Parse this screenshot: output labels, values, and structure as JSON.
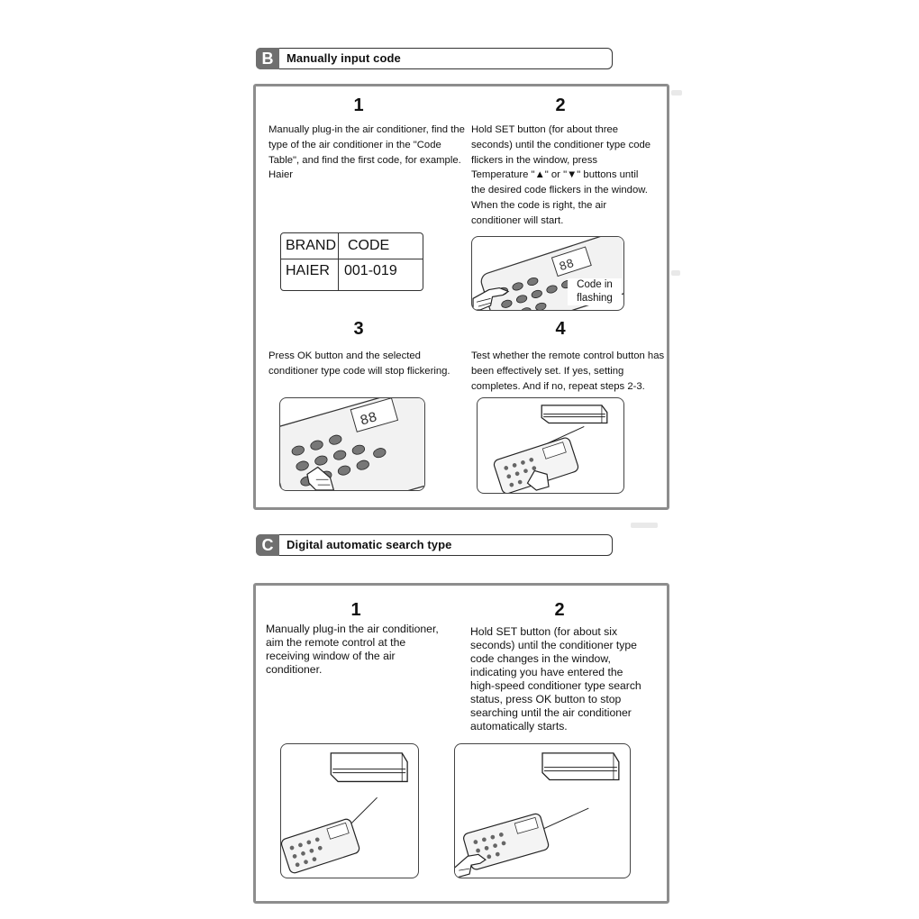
{
  "section_b": {
    "letter": "B",
    "title": "Manually input code",
    "steps": [
      {
        "num": "1",
        "text": "Manually plug-in the air conditioner, find the\ntype of the air conditioner in the \"Code\nTable\", and find the first code, for example.\nHaier"
      },
      {
        "num": "2",
        "text": "Hold SET button (for about three\nseconds) until the conditioner type code\nflickers in the window, press\nTemperature \"▲\" or \"▼\" buttons until\nthe desired code flickers in the window.\nWhen the code is right, the air\nconditioner will start."
      },
      {
        "num": "3",
        "text": "Press OK button and the selected\nconditioner type code will stop flickering."
      },
      {
        "num": "4",
        "text": "Test whether the remote control button has\nbeen effectively set. If yes, setting\ncompletes. And if no, repeat steps 2-3."
      }
    ],
    "brand_table": {
      "headers": [
        "BRAND",
        "CODE"
      ],
      "row": [
        "HAIER",
        "001-019"
      ]
    },
    "code_label": "Code in\nflashing"
  },
  "section_c": {
    "letter": "C",
    "title": "Digital automatic search type",
    "steps": [
      {
        "num": "1",
        "text": "Manually plug-in the air conditioner,\naim the remote control at the\nreceiving window of the air\nconditioner."
      },
      {
        "num": "2",
        "text": "Hold SET button (for about six\nseconds) until the conditioner type\ncode changes in the window,\nindicating you have entered the\nhigh-speed conditioner type search\nstatus, press OK button to stop\nsearching until the air conditioner\nautomatically starts."
      }
    ]
  },
  "icons": {
    "remote": "remote-control-icon",
    "hand": "pointing-hand-icon",
    "ac_unit": "air-conditioner-icon"
  }
}
